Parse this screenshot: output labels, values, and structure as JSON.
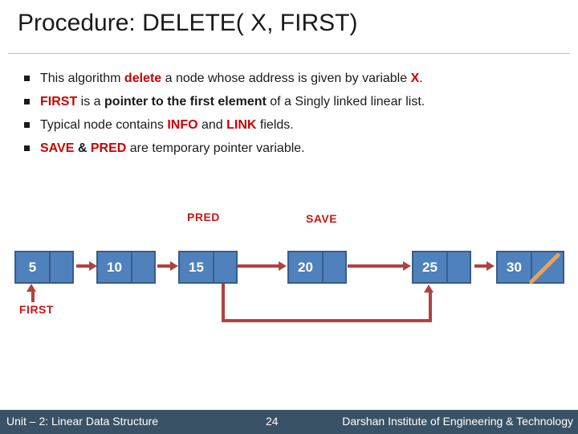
{
  "slide": {
    "title": "Procedure: DELETE( X, FIRST)",
    "bullets": [
      [
        {
          "t": "This algorithm ",
          "s": "n"
        },
        {
          "t": "delete",
          "s": "r"
        },
        {
          "t": " a node whose address is given by variable ",
          "s": "n"
        },
        {
          "t": "X",
          "s": "r"
        },
        {
          "t": ".",
          "s": "n"
        }
      ],
      [
        {
          "t": "FIRST",
          "s": "r"
        },
        {
          "t": " is a ",
          "s": "n"
        },
        {
          "t": "pointer to the first element",
          "s": "b"
        },
        {
          "t": " of a Singly linked linear list.",
          "s": "n"
        }
      ],
      [
        {
          "t": "Typical node contains ",
          "s": "n"
        },
        {
          "t": "INFO",
          "s": "r"
        },
        {
          "t": " and ",
          "s": "n"
        },
        {
          "t": "LINK",
          "s": "r"
        },
        {
          "t": " fields.",
          "s": "n"
        }
      ],
      [
        {
          "t": "SAVE",
          "s": "r"
        },
        {
          "t": " & ",
          "s": "b"
        },
        {
          "t": "PRED",
          "s": "r"
        },
        {
          "t": " are temporary pointer variable.",
          "s": "n"
        }
      ]
    ]
  },
  "diagram": {
    "type": "singly-linked-list",
    "labels": {
      "pred": "PRED",
      "save": "SAVE",
      "first": "FIRST"
    },
    "nodes": [
      {
        "value": "5"
      },
      {
        "value": "10"
      },
      {
        "value": "15"
      },
      {
        "value": "20"
      },
      {
        "value": "25"
      },
      {
        "value": "30",
        "link": "null"
      }
    ],
    "colors": {
      "node_fill": "#4f81bd",
      "node_border": "#385d8a",
      "arrow": "#af4340",
      "label_red": "#cc1414",
      "null_slash": "#e9a25f"
    }
  },
  "footer": {
    "left": "Unit – 2: Linear Data Structure",
    "page": "24",
    "right": "Darshan Institute of Engineering & Technology"
  }
}
